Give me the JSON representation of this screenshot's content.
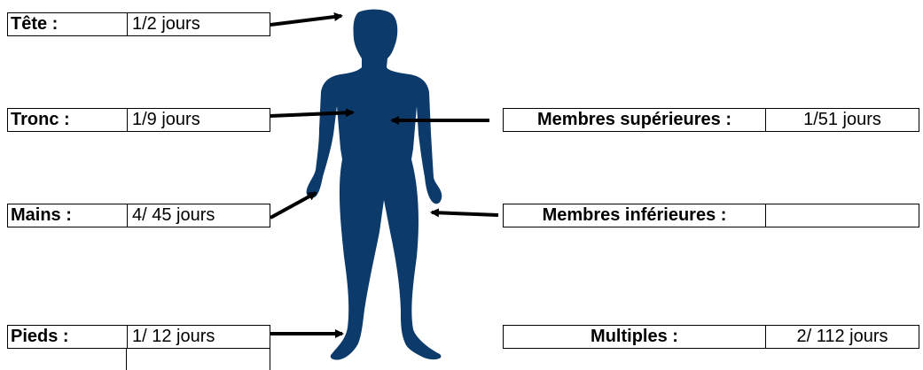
{
  "colors": {
    "silhouette": "#0b3a6b",
    "arrow": "#000000",
    "border": "#000000"
  },
  "left_boxes": {
    "head": {
      "label": "Tête :",
      "value": "1/2 jours"
    },
    "trunk": {
      "label": "Tronc :",
      "value": "1/9 jours"
    },
    "hands": {
      "label": "Mains :",
      "value": "4/ 45 jours"
    },
    "feet": {
      "label": "Pieds :",
      "value": "1/ 12 jours"
    }
  },
  "right_boxes": {
    "upper_limbs": {
      "label": "Membres supérieures :",
      "value": "1/51 jours"
    },
    "lower_limbs": {
      "label": "Membres inférieures :",
      "value": ""
    },
    "multiple": {
      "label": "Multiples :",
      "value": "2/ 112 jours"
    }
  }
}
